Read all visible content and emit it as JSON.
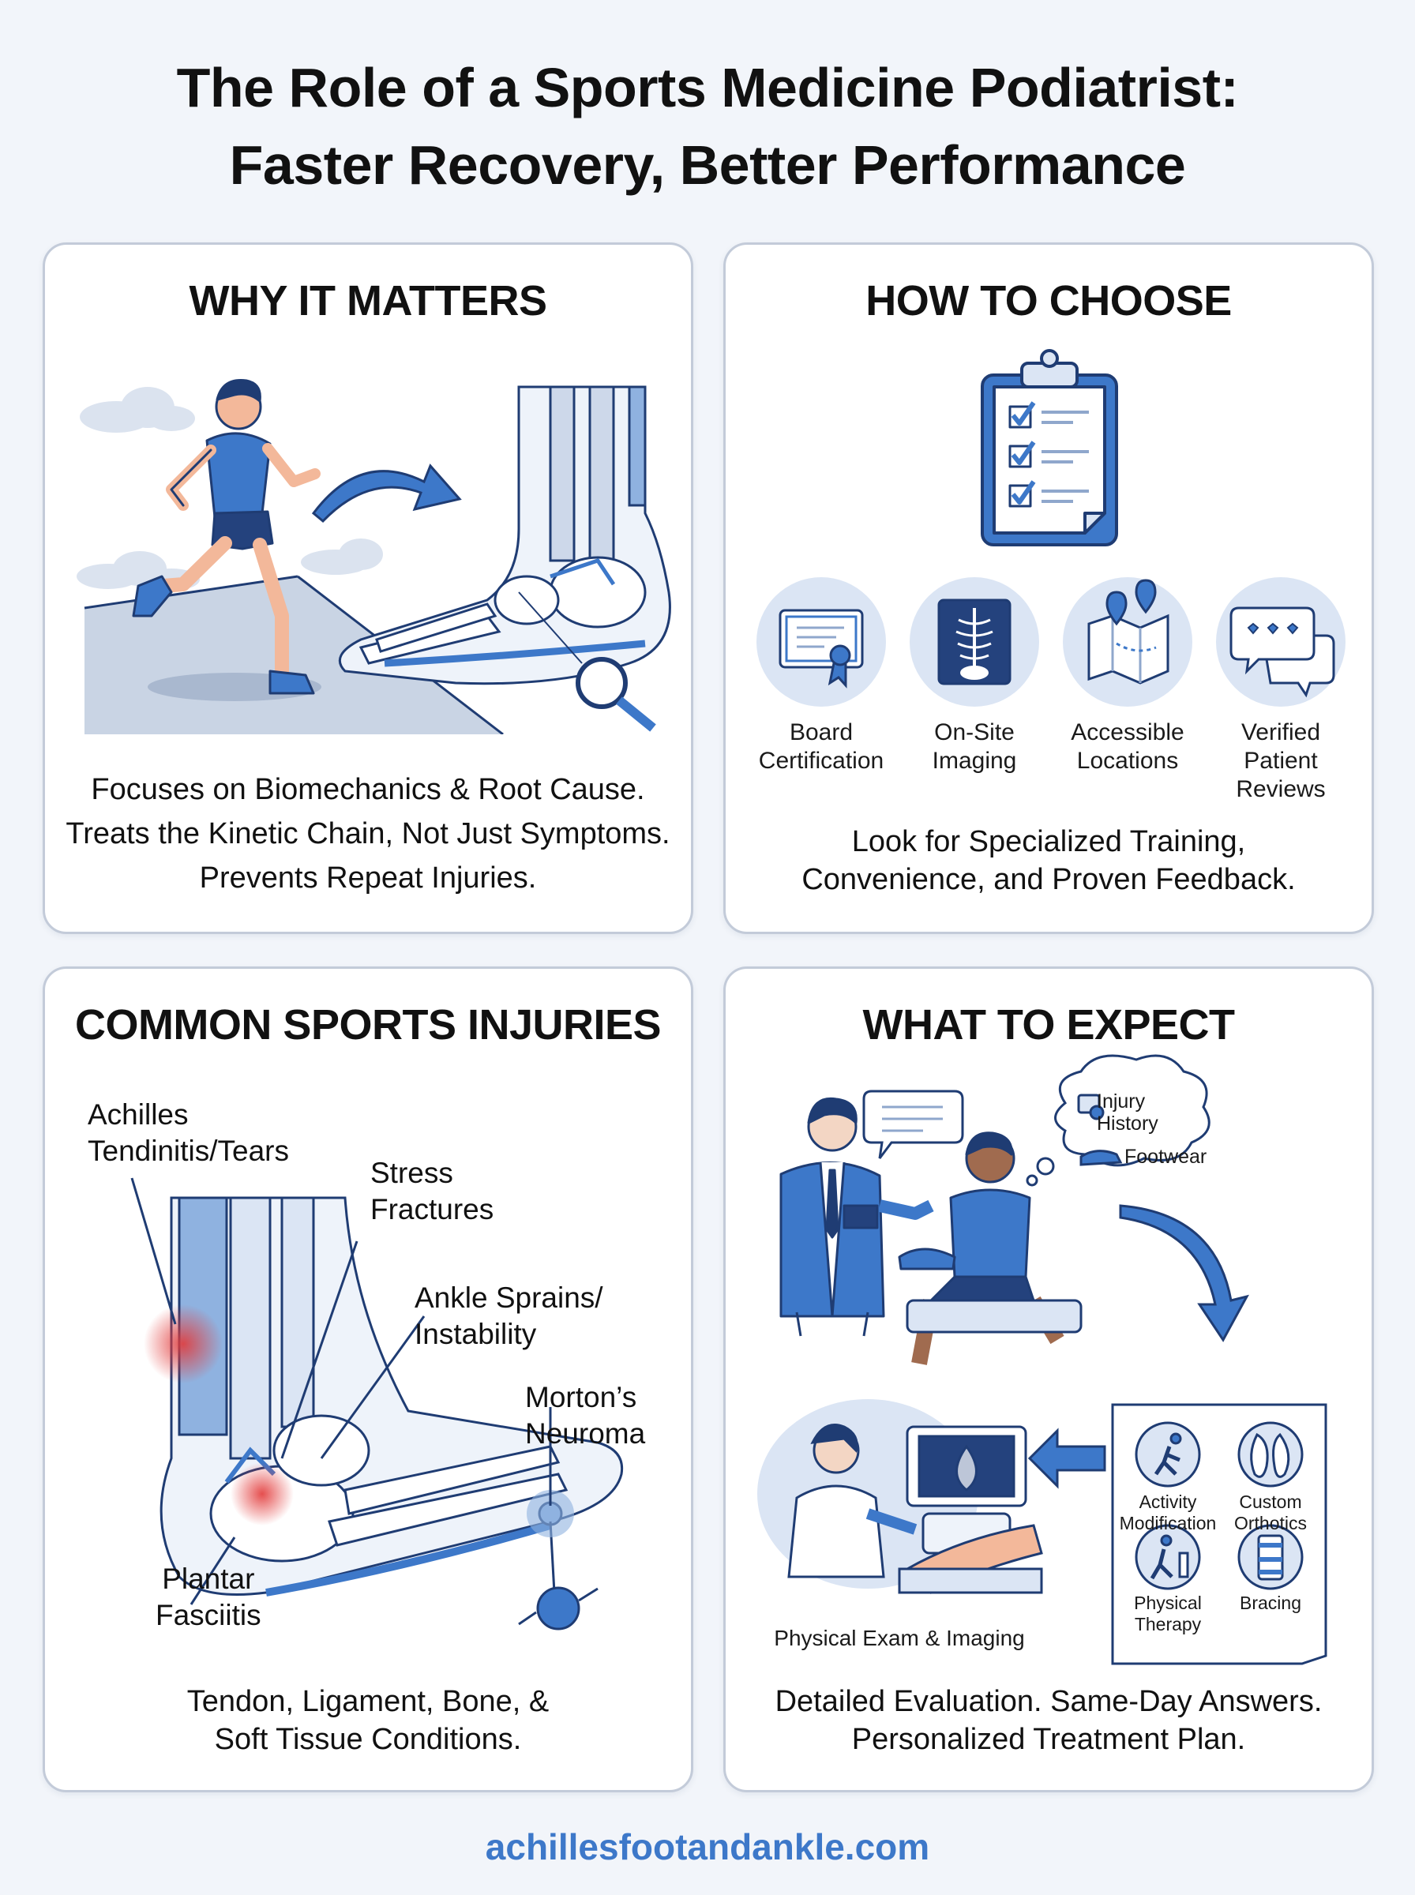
{
  "title": {
    "line1": "The Role of a Sports Medicine Podiatrist:",
    "line2": "Faster Recovery, Better Performance"
  },
  "why": {
    "heading": "WHY IT MATTERS",
    "caption": [
      "Focuses on Biomechanics & Root Cause.",
      "Treats the Kinetic Chain, Not Just Symptoms.",
      "Prevents Repeat Injuries."
    ]
  },
  "choose": {
    "heading": "HOW TO CHOOSE",
    "items": [
      {
        "label": [
          "Board",
          "Certification"
        ],
        "icon": "certificate-icon"
      },
      {
        "label": [
          "On-Site",
          "Imaging"
        ],
        "icon": "xray-icon"
      },
      {
        "label": [
          "Accessible",
          "Locations"
        ],
        "icon": "map-pin-icon"
      },
      {
        "label": [
          "Verified",
          "Patient",
          "Reviews"
        ],
        "icon": "review-bubble-icon"
      }
    ],
    "caption": [
      "Look for Specialized Training,",
      "Convenience, and Proven Feedback."
    ]
  },
  "injuries": {
    "heading": "COMMON SPORTS INJURIES",
    "labels": {
      "achilles": [
        "Achilles",
        "Tendinitis/Tears"
      ],
      "stress": [
        "Stress",
        "Fractures"
      ],
      "ankle": [
        "Ankle Sprains/",
        "Instability"
      ],
      "morton": [
        "Morton’s",
        "Neuroma"
      ],
      "plantar": [
        "Plantar",
        "Fasciitis"
      ]
    },
    "caption": [
      "Tendon, Ligament, Bone, &",
      "Soft Tissue Conditions."
    ]
  },
  "expect": {
    "heading": "WHAT TO EXPECT",
    "thought": {
      "item1": [
        "Injury",
        "History"
      ],
      "item2": "Footwear"
    },
    "exam_label": "Physical Exam & Imaging",
    "treatments": [
      {
        "label": [
          "Activity",
          "Modification"
        ],
        "icon": "running-icon"
      },
      {
        "label": [
          "Custom",
          "Orthotics"
        ],
        "icon": "insole-icon"
      },
      {
        "label": [
          "Physical",
          "Therapy"
        ],
        "icon": "exercise-icon"
      },
      {
        "label": [
          "Bracing"
        ],
        "icon": "brace-icon"
      }
    ],
    "caption": [
      "Detailed Evaluation. Same-Day Answers.",
      "Personalized Treatment Plan."
    ]
  },
  "footer": "achillesfootandankle.com",
  "colors": {
    "accent": "#3d78c9",
    "light_blue": "#dbe5f4",
    "outline": "#1f3c73",
    "highlight": "#e23b3b"
  }
}
